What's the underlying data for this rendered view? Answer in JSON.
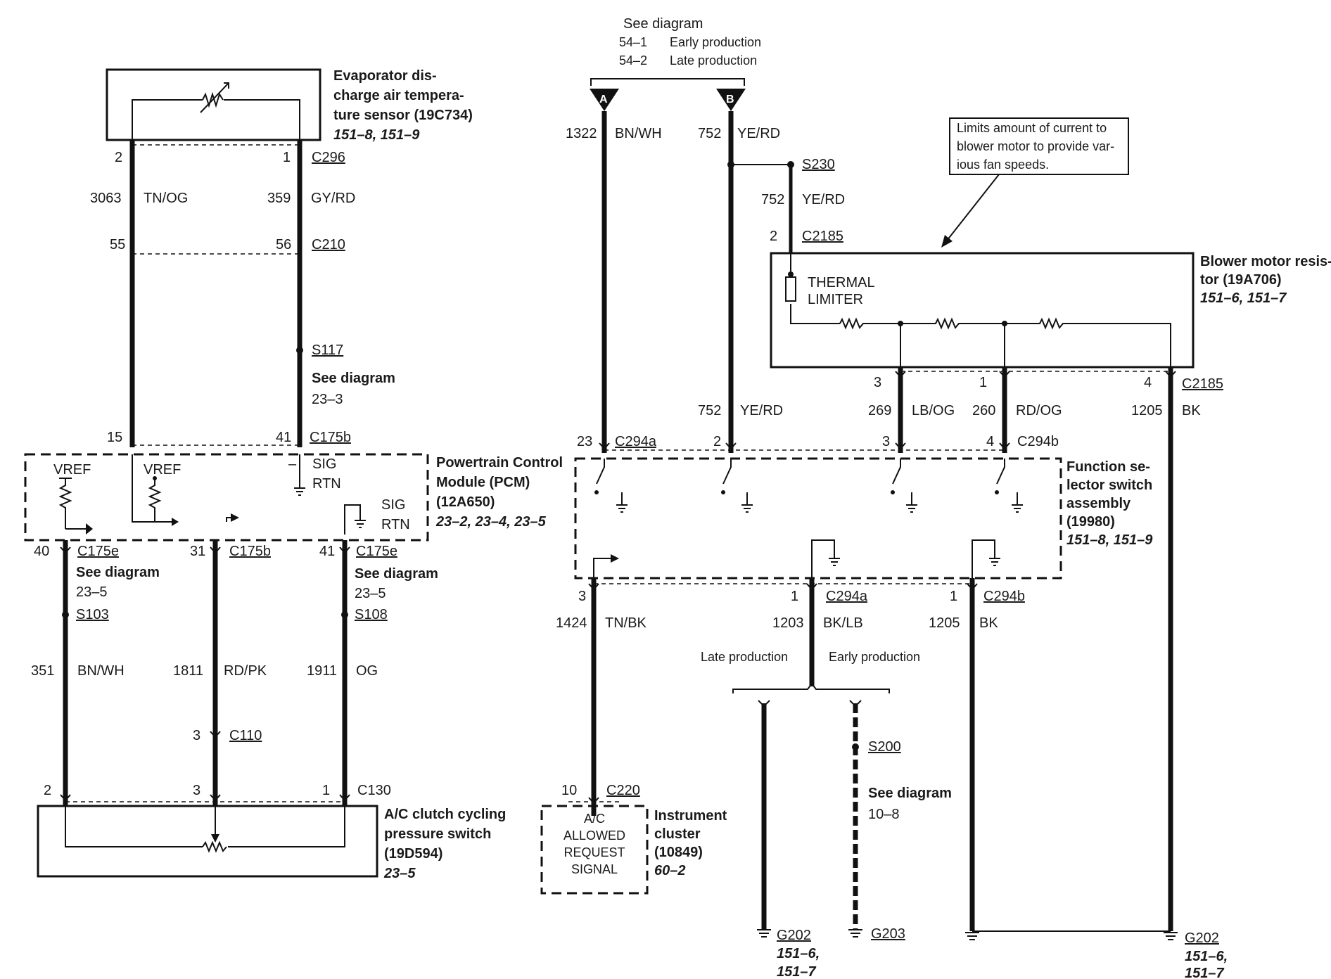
{
  "top_ref": {
    "heading": "See diagram",
    "items": [
      {
        "code": "54–1",
        "text": "Early production"
      },
      {
        "code": "54–2",
        "text": "Late production"
      }
    ],
    "flag_a": "A",
    "flag_b": "B"
  },
  "evap_sensor": {
    "lines": [
      "Evaporator dis-",
      "charge air tempera-",
      "ture sensor (19C734)"
    ],
    "refs": "151–8, 151–9",
    "pin_left": "2",
    "pin_right": "1",
    "connector": "C296"
  },
  "evap_wires": {
    "left_circuit": "3063",
    "left_color": "TN/OG",
    "right_circuit": "359",
    "right_color": "GY/RD",
    "c210_left_pin": "55",
    "c210_right_pin": "56",
    "c210": "C210",
    "splice": "S117",
    "splice_ref_heading": "See diagram",
    "splice_ref": "23–3",
    "c175b_left_pin": "15",
    "c175b_right_pin": "41",
    "c175b": "C175b"
  },
  "pcm": {
    "lines": [
      "Powertrain Control",
      "Module (PCM)",
      "(12A650)"
    ],
    "refs": "23–2, 23–4, 23–5",
    "vref1": "VREF",
    "vref2": "VREF",
    "minus": "–",
    "sig1": "SIG",
    "rtn1": "RTN",
    "sig2": "SIG",
    "rtn2": "RTN"
  },
  "pcm_bottom": {
    "w1_pin": "40",
    "w1_conn": "C175e",
    "w1_ref_heading": "See diagram",
    "w1_ref": "23–5",
    "w1_splice": "S103",
    "w1_circuit": "351",
    "w1_color": "BN/WH",
    "w2_pin": "31",
    "w2_conn": "C175b",
    "w2_circuit": "1811",
    "w2_color": "RD/PK",
    "w2_c110_pin": "3",
    "w2_c110": "C110",
    "w3_pin": "41",
    "w3_conn": "C175e",
    "w3_ref_heading": "See diagram",
    "w3_ref": "23–5",
    "w3_splice": "S108",
    "w3_circuit": "1911",
    "w3_color": "OG",
    "c130_pin_left": "2",
    "c130_pin_mid": "3",
    "c130_pin_right": "1",
    "c130": "C130"
  },
  "ac_switch": {
    "lines": [
      "A/C clutch cycling",
      "pressure switch",
      "(19D594)"
    ],
    "refs": "23–5"
  },
  "right_wires": {
    "a_circuit": "1322",
    "a_color": "BN/WH",
    "b_circuit": "752",
    "b_color": "YE/RD",
    "s230": "S230",
    "branch_circuit": "752",
    "branch_color": "YE/RD",
    "c2185_pin": "2",
    "c2185": "C2185",
    "b_circuit2": "752",
    "b_color2": "YE/RD",
    "lb_pin": "3",
    "lb_circuit": "269",
    "lb_color": "LB/OG",
    "rd_pin": "1",
    "rd_circuit": "260",
    "rd_color": "RD/OG",
    "bk_pin": "4",
    "bk_conn": "C2185",
    "bk_circuit": "1205",
    "bk_color": "BK",
    "sw_pin_a": "23",
    "sw_conn_a": "C294a",
    "sw_pin_b": "2",
    "sw_pin_c": "3",
    "sw_pin_d": "4",
    "sw_conn_b": "C294b"
  },
  "callout": {
    "lines": [
      "Limits amount of current to",
      "blower motor to provide var-",
      "ious fan speeds."
    ]
  },
  "blower": {
    "thermal1": "THERMAL",
    "thermal2": "LIMITER",
    "lines": [
      "Blower motor resis-",
      "tor (19A706)"
    ],
    "refs": "151–6, 151–7"
  },
  "func_switch": {
    "lines": [
      "Function se-",
      "lector switch",
      "assembly",
      "(19980)"
    ],
    "refs": "151–8, 151–9"
  },
  "lower_right": {
    "tn_pin": "3",
    "tn_circuit": "1424",
    "tn_color": "TN/BK",
    "bl_pin": "1",
    "bl_conn": "C294a",
    "bl_circuit": "1203",
    "bl_color": "BK/LB",
    "bk_pin": "1",
    "bk_conn": "C294b",
    "bk_circuit": "1205",
    "bk_color": "BK",
    "late": "Late production",
    "early": "Early production",
    "s200": "S200",
    "s200_ref_heading": "See diagram",
    "s200_ref": "10–8",
    "g202a": "G202",
    "g202a_ref1": "151–6,",
    "g202a_ref2": "151–7",
    "g203": "G203",
    "g202b": "G202",
    "g202b_ref1": "151–6,",
    "g202b_ref2": "151–7",
    "c220_pin": "10",
    "c220": "C220"
  },
  "cluster": {
    "inner": [
      "A/C",
      "ALLOWED",
      "REQUEST",
      "SIGNAL"
    ],
    "lines": [
      "Instrument",
      "cluster",
      "(10849)"
    ],
    "refs": "60–2"
  }
}
